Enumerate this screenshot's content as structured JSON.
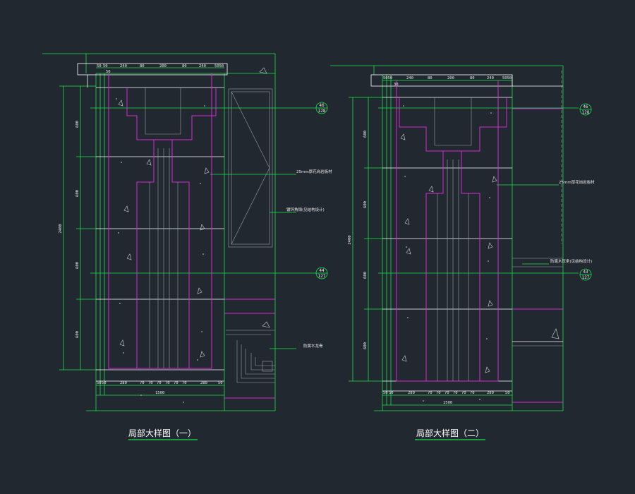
{
  "colors": {
    "background": "#212830",
    "green": "#19e34b",
    "magenta": "#d82ad8",
    "white": "#ffffff",
    "grey": "#9aa3a8",
    "text": "#e8e8e8"
  },
  "views": [
    {
      "title": "局部大样图（一）",
      "top_dims": [
        "50",
        "50",
        "240",
        "80",
        "200",
        "80",
        "240",
        "5050"
      ],
      "top_dim_sub": "50",
      "bottom_dims": [
        "50",
        "50",
        "280",
        "70",
        "70",
        "70",
        "70",
        "70",
        "70",
        "280",
        "50"
      ],
      "overall_width": "1500",
      "left_dims": [
        "600",
        "600",
        "600",
        "600"
      ],
      "overall_height": "2400",
      "callouts": [
        {
          "top": "46",
          "bottom": "128"
        },
        {
          "top": "44",
          "bottom": "127"
        }
      ],
      "annotations": [
        "25mm厚花岗岩板材",
        "镀锌角钢(见结构设计)",
        "防腐木龙骨"
      ]
    },
    {
      "title": "局部大样图（二）",
      "top_dims": [
        "5050",
        "240",
        "80",
        "200",
        "80",
        "240",
        "5050"
      ],
      "top_dim_sub": "30",
      "bottom_dims": [
        "50",
        "50",
        "280",
        "70",
        "70",
        "70",
        "70",
        "70",
        "70",
        "280",
        "50"
      ],
      "overall_width": "1500",
      "left_dims": [
        "600",
        "600",
        "600",
        "600"
      ],
      "overall_height": "2400",
      "callouts": [
        {
          "top": "46",
          "bottom": "128"
        },
        {
          "top": "43",
          "bottom": "127"
        }
      ],
      "annotations": [
        "25mm厚花岗岩板材",
        "防腐木压条(见结构设计)"
      ]
    }
  ]
}
